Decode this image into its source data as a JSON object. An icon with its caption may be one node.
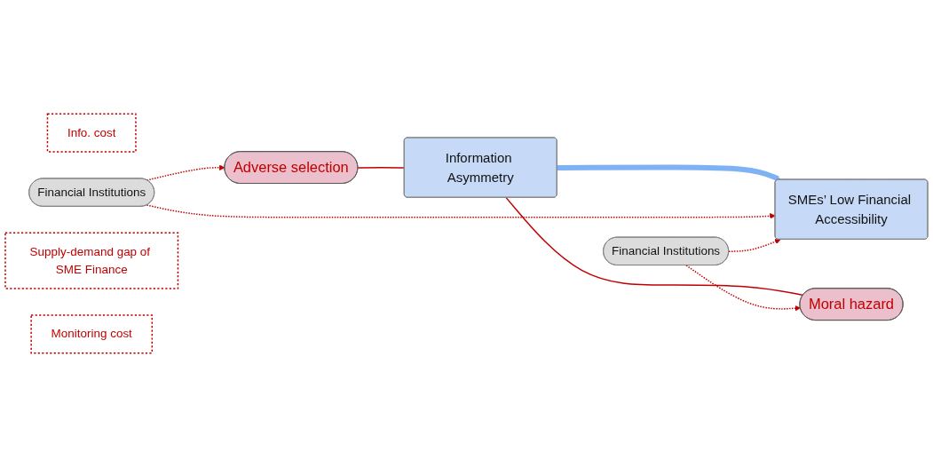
{
  "diagram": {
    "nodes": [
      {
        "text": [
          "Info. cost"
        ]
      },
      {
        "text": [
          "Adverse selection"
        ]
      },
      {
        "text": [
          "Information Asymmetry"
        ]
      },
      {
        "text": [
          "Financial Institutions"
        ]
      },
      {
        "text": [
          "SMEs’ Low Financial Accessibility"
        ]
      },
      {
        "text": [
          "Moral hazard"
        ]
      },
      {
        "text": [
          "Supply-demand gap of SME Finance"
        ]
      },
      {
        "text": [
          "Financial Institutions"
        ]
      },
      {
        "text": [
          "Monitoring cost"
        ]
      }
    ],
    "edges": [
      {
        "from": 1,
        "to": 2,
        "arrow": "none"
      },
      {
        "from": 3,
        "to": 1,
        "arrow": "to",
        "style": "dashed"
      },
      {
        "from": 2,
        "to": 4,
        "arrow": "to",
        "style": "thick",
        "color": "#7fb2f5"
      },
      {
        "from": 3,
        "to": 4,
        "arrow": "to",
        "style": "dashed"
      },
      {
        "from": 2,
        "to": 5,
        "arrow": "none"
      },
      {
        "from": 7,
        "to": 5,
        "arrow": "to",
        "style": "dashed"
      },
      {
        "from": 7,
        "to": 4,
        "arrow": "to",
        "style": "dashed"
      }
    ]
  }
}
